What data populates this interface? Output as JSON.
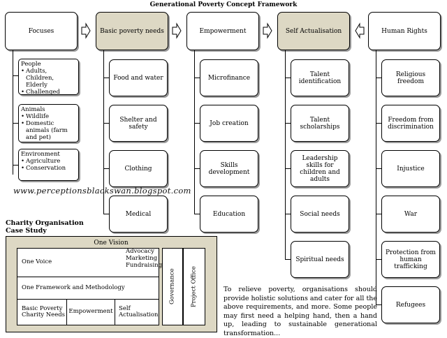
{
  "title": "Generational Poverty Concept Framework",
  "watermark": "www.perceptionsblackswan.blogspot.com",
  "columns": {
    "focuses": {
      "label": "Focuses",
      "groups": [
        {
          "name": "People",
          "items": [
            "Adults, Children, Elderly",
            "Challenged"
          ]
        },
        {
          "name": "Animals",
          "items": [
            "Wildlife",
            "Domestic animals (farm and pet)"
          ]
        },
        {
          "name": "Environment",
          "items": [
            "Agriculture",
            "Conservation"
          ]
        }
      ]
    },
    "basic_needs": {
      "label": "Basic poverty needs",
      "items": [
        "Food and water",
        "Shelter and safety",
        "Clothing",
        "Medical"
      ]
    },
    "empowerment": {
      "label": "Empowerment",
      "items": [
        "Microfinance",
        "Job creation",
        "Skills development",
        "Education"
      ]
    },
    "self_actualisation": {
      "label": "Self Actualisation",
      "items": [
        "Talent identification",
        "Talent scholarships",
        "Leadership skills for children and adults",
        "Social needs",
        "Spiritual needs"
      ]
    },
    "human_rights": {
      "label": "Human Rights",
      "items": [
        "Religious freedom",
        "Freedom from discrimination",
        "Injustice",
        "War",
        "Protection from human trafficking",
        "Refugees"
      ]
    }
  },
  "case_study": {
    "heading_line1": "Charity Organisation",
    "heading_line2": "Case Study",
    "one_vision": "One Vision",
    "one_voice": "One Voice",
    "advocacy": "Advocacy",
    "marketing": "Marketing",
    "fundraising": "Fundraising",
    "framework": "One Framework and Methodology",
    "basic_needs": "Basic Poverty Charity Needs",
    "empowerment": "Empowerment",
    "self_actualisation": "Self Actualisation",
    "governance": "Governance",
    "project_office": "Project Office"
  },
  "note": "To relieve poverty, organisations should provide holistic solutions and cater for all the above requirements, and more. Some people may first need a helping hand, then a hand up, leading to sustainable generational transformation...",
  "colors": {
    "highlight_fill": "#ddd8c4",
    "case_study_frame": "#ddd8c4"
  }
}
